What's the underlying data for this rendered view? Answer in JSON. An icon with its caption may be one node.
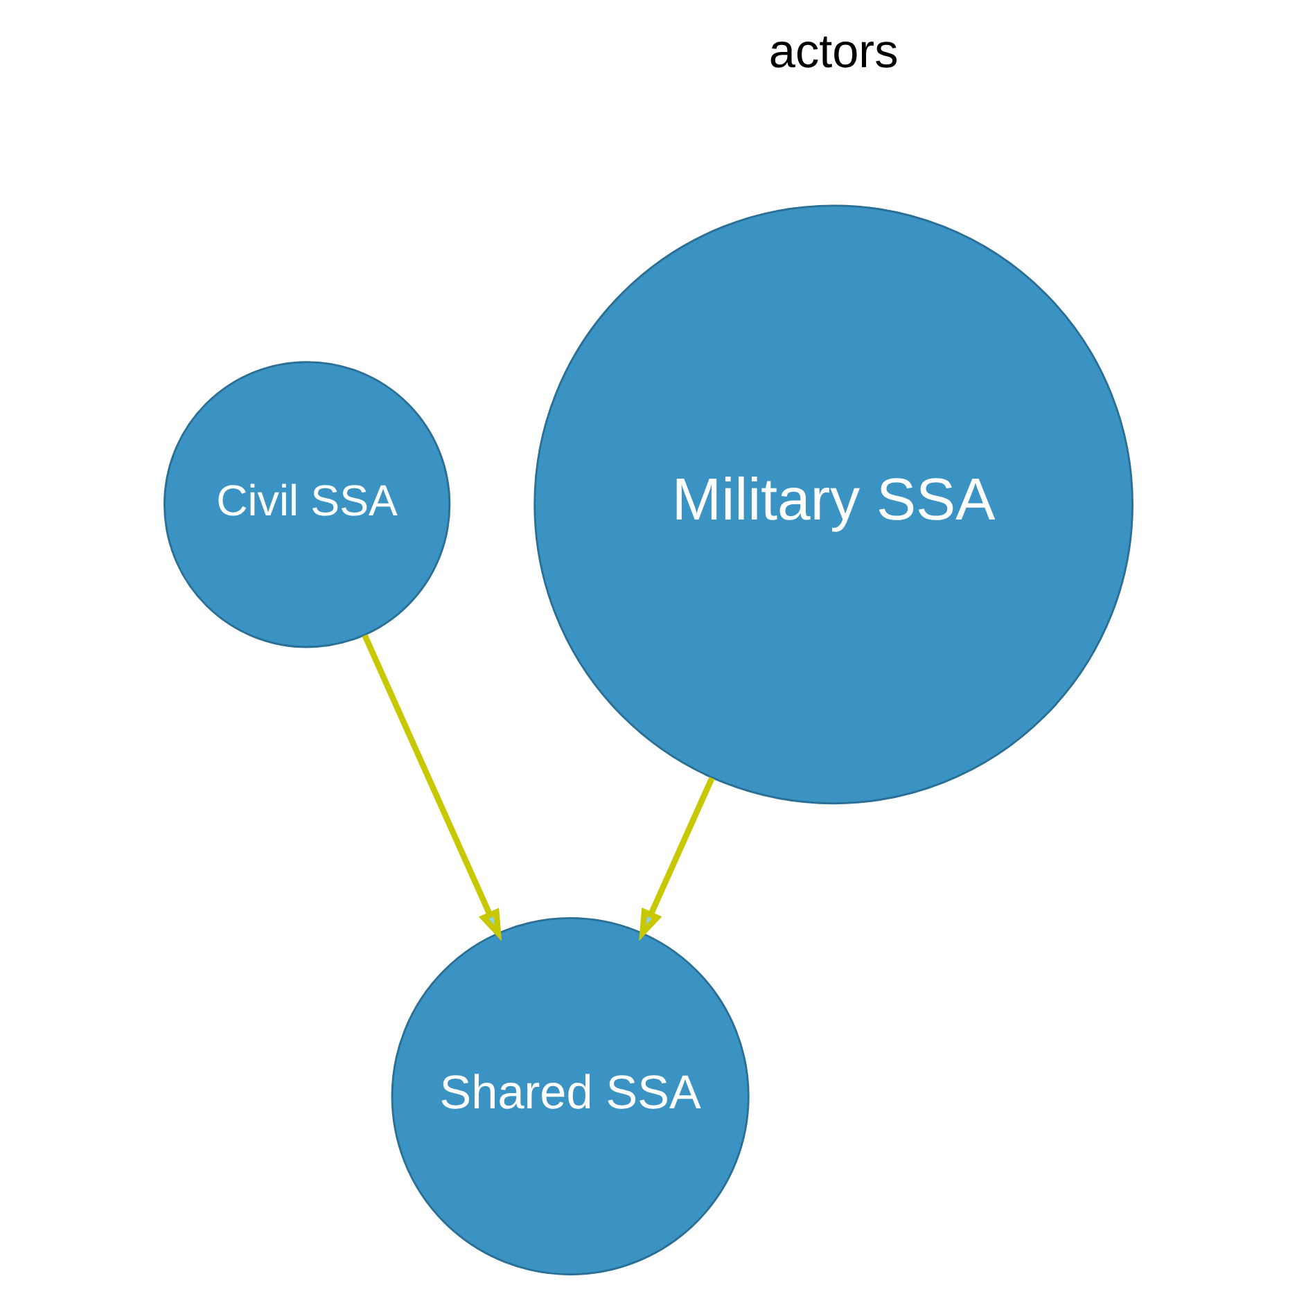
{
  "diagram": {
    "nodes": [
      {
        "text": [
          "Military SSA"
        ]
      },
      {
        "text": [
          "Civil SSA"
        ]
      },
      {
        "text": [
          "Shared SSA"
        ]
      }
    ],
    "edges": [
      {
        "from": 1,
        "to": 2,
        "arrow": "to"
      },
      {
        "from": 0,
        "to": 2,
        "arrow": "to"
      }
    ],
    "labels": [
      "actors"
    ]
  }
}
